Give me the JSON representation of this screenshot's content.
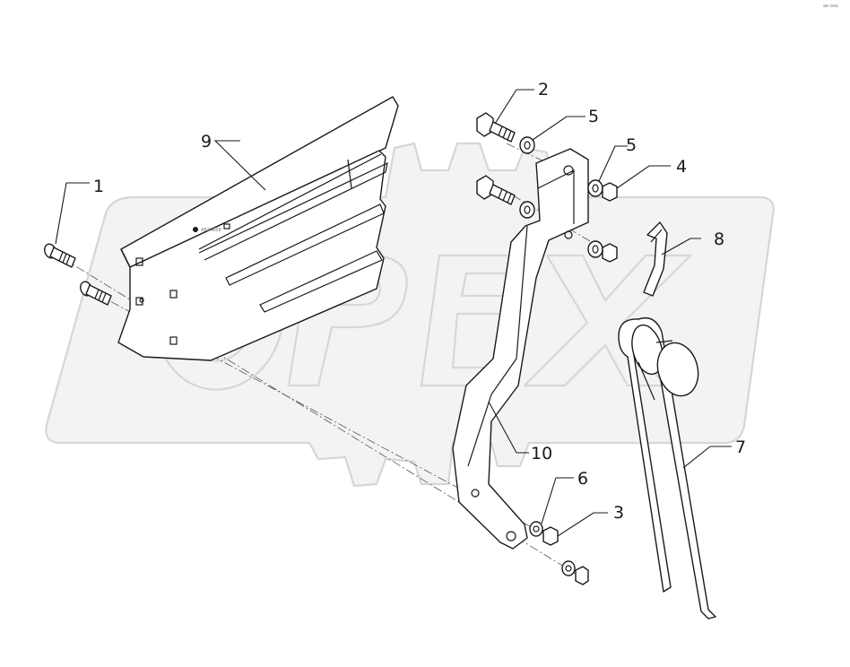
{
  "diagram": {
    "watermark_text": "OPEX",
    "corner_code": "ae ooo",
    "label_code": "AB74608",
    "callouts": [
      {
        "id": "1",
        "text": "1"
      },
      {
        "id": "2",
        "text": "2"
      },
      {
        "id": "3",
        "text": "3"
      },
      {
        "id": "4",
        "text": "4"
      },
      {
        "id": "5a",
        "text": "5"
      },
      {
        "id": "5b",
        "text": "5"
      },
      {
        "id": "6",
        "text": "6"
      },
      {
        "id": "7",
        "text": "7"
      },
      {
        "id": "8",
        "text": "8"
      },
      {
        "id": "9",
        "text": "9"
      },
      {
        "id": "10",
        "text": "10"
      }
    ]
  }
}
